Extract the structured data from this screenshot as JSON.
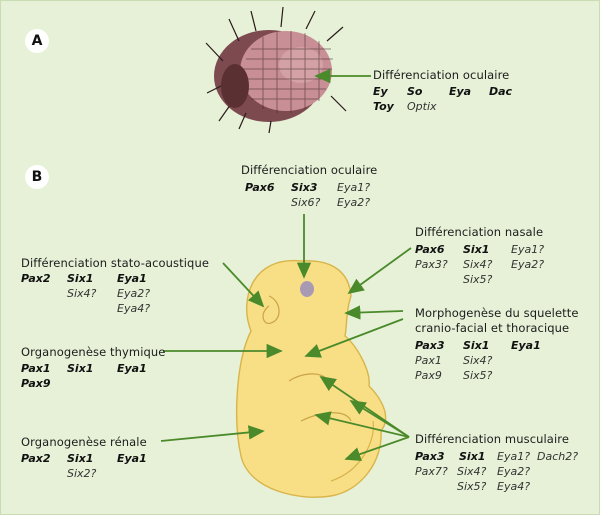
{
  "panel_a": {
    "letter": "A",
    "label": "Différenciation oculaire",
    "genes": [
      {
        "text": "Ey",
        "bold": true
      },
      {
        "text": "So",
        "bold": true
      },
      {
        "text": "Eya",
        "bold": true
      },
      {
        "text": "Dac",
        "bold": true
      },
      {
        "text": "Toy",
        "bold": true
      },
      {
        "text": "Optix",
        "bold": false
      }
    ]
  },
  "panel_b": {
    "letter": "B",
    "groups": {
      "oculaire": {
        "label": "Différenciation oculaire",
        "genes": [
          {
            "text": "Pax6",
            "bold": true
          },
          {
            "text": "Six3",
            "bold": true
          },
          {
            "text": "Eya1?",
            "bold": false
          },
          {
            "text": "Six6?",
            "bold": false
          },
          {
            "text": "Eya2?",
            "bold": false
          }
        ]
      },
      "nasale": {
        "label": "Différenciation nasale",
        "genes": [
          {
            "text": "Pax6",
            "bold": true
          },
          {
            "text": "Six1",
            "bold": true
          },
          {
            "text": "Eya1?",
            "bold": false
          },
          {
            "text": "Pax3?",
            "bold": false
          },
          {
            "text": "Six4?",
            "bold": false
          },
          {
            "text": "Eya2?",
            "bold": false
          },
          {
            "text": "Six5?",
            "bold": false
          }
        ]
      },
      "stato": {
        "label": "Différenciation stato-acoustique",
        "genes": [
          {
            "text": "Pax2",
            "bold": true
          },
          {
            "text": "Six1",
            "bold": true
          },
          {
            "text": "Eya1",
            "bold": true
          },
          {
            "text": "Six4?",
            "bold": false
          },
          {
            "text": "Eya2?",
            "bold": false
          },
          {
            "text": "Eya4?",
            "bold": false
          }
        ]
      },
      "squelette": {
        "label_line1": "Morphogenèse du squelette",
        "label_line2": "cranio-facial et thoracique",
        "genes": [
          {
            "text": "Pax3",
            "bold": true
          },
          {
            "text": "Six1",
            "bold": true
          },
          {
            "text": "Eya1",
            "bold": true
          },
          {
            "text": "Pax1",
            "bold": false
          },
          {
            "text": "Six4?",
            "bold": false
          },
          {
            "text": "Pax9",
            "bold": false
          },
          {
            "text": "Six5?",
            "bold": false
          }
        ]
      },
      "thymique": {
        "label": "Organogenèse thymique",
        "genes": [
          {
            "text": "Pax1",
            "bold": true
          },
          {
            "text": "Six1",
            "bold": true
          },
          {
            "text": "Eya1",
            "bold": true
          },
          {
            "text": "Pax9",
            "bold": true
          }
        ]
      },
      "musculaire": {
        "label": "Différenciation musculaire",
        "genes": [
          {
            "text": "Pax3",
            "bold": true
          },
          {
            "text": "Six1",
            "bold": true
          },
          {
            "text": "Eya1?",
            "bold": false
          },
          {
            "text": "Dach2?",
            "bold": false
          },
          {
            "text": "Pax7?",
            "bold": false
          },
          {
            "text": "Six4?",
            "bold": false
          },
          {
            "text": "Eya2?",
            "bold": false
          },
          {
            "text": "Six5?",
            "bold": false
          },
          {
            "text": "Eya4?",
            "bold": false
          }
        ]
      },
      "renale": {
        "label": "Organogenèse rénale",
        "genes": [
          {
            "text": "Pax2",
            "bold": true
          },
          {
            "text": "Six1",
            "bold": true
          },
          {
            "text": "Eya1",
            "bold": true
          },
          {
            "text": "Six2?",
            "bold": false
          }
        ]
      }
    }
  },
  "colors": {
    "background": "#e6f1d7",
    "arrow": "#4a8a2a",
    "embryo": "#f8df86",
    "embryo_outline": "#d9b44a",
    "embryo_eye": "#a99ab3",
    "fly_eye": "#c98f96"
  }
}
